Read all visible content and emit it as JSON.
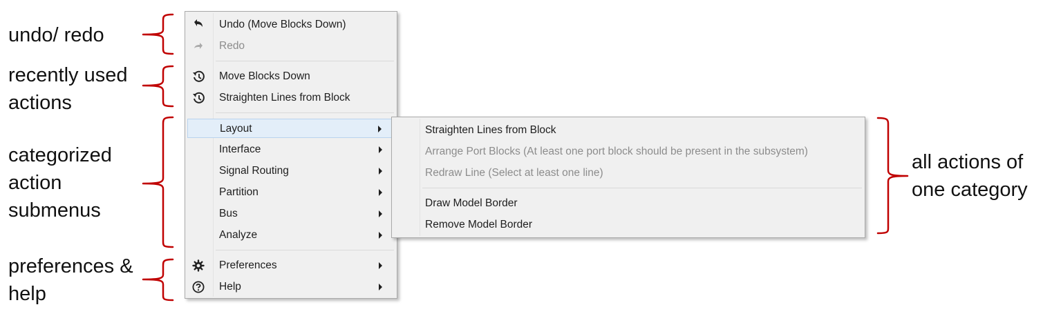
{
  "annotations": {
    "undo_redo": "undo/ redo",
    "recent": "recently used\nactions",
    "categorized": "categorized\naction\nsubmenus",
    "prefs_help": "preferences &\nhelp",
    "all_actions": "all actions of\none category"
  },
  "colors": {
    "bracket": "#c00000",
    "menu_bg": "#f0f0f0",
    "highlight": "#e3eef9",
    "disabled_text": "#8c8c8c"
  },
  "menu": {
    "undo": {
      "label": "Undo (Move Blocks Down)",
      "icon": "undo-icon"
    },
    "redo": {
      "label": "Redo",
      "icon": "redo-icon",
      "disabled": true
    },
    "recent": [
      {
        "label": "Move Blocks Down",
        "icon": "history-icon"
      },
      {
        "label": "Straighten Lines from Block",
        "icon": "history-icon"
      }
    ],
    "categories": [
      {
        "label": "Layout",
        "highlighted": true
      },
      {
        "label": "Interface"
      },
      {
        "label": "Signal Routing"
      },
      {
        "label": "Partition"
      },
      {
        "label": "Bus"
      },
      {
        "label": "Analyze"
      }
    ],
    "preferences": {
      "label": "Preferences",
      "icon": "gear-icon"
    },
    "help": {
      "label": "Help",
      "icon": "help-circle-icon"
    }
  },
  "submenu": {
    "items": [
      {
        "label": "Straighten Lines from Block"
      },
      {
        "label": "Arrange Port Blocks (At least one port block should be present in the subsystem)",
        "disabled": true
      },
      {
        "label": "Redraw Line (Select at least one line)",
        "disabled": true
      },
      {
        "label": "Draw Model Border"
      },
      {
        "label": "Remove Model Border"
      }
    ]
  }
}
